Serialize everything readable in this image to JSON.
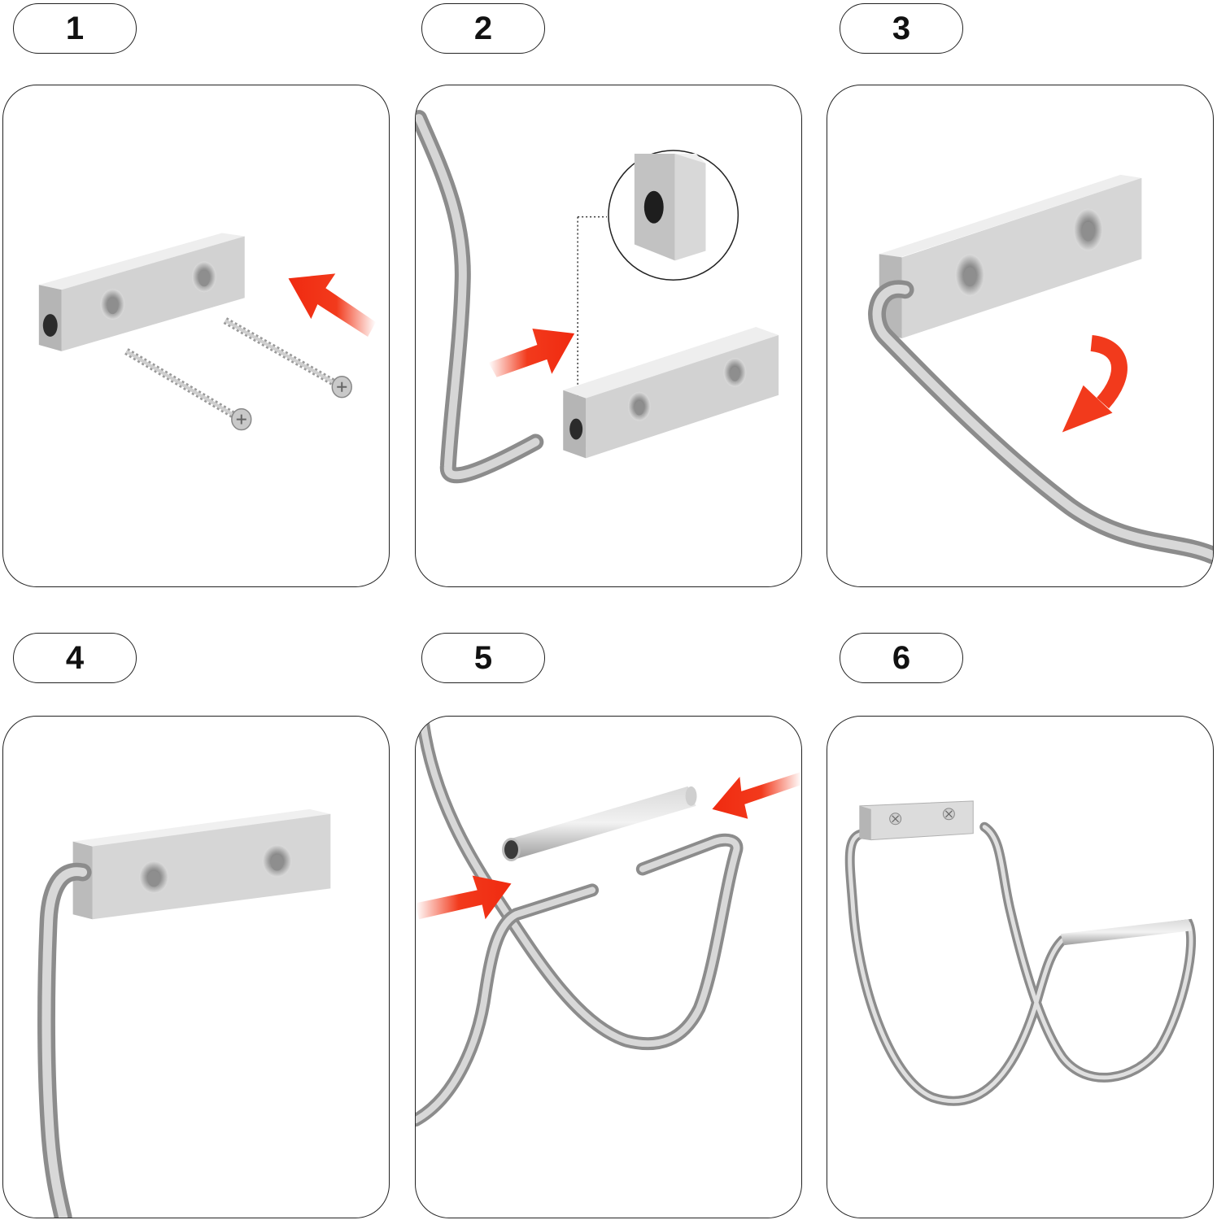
{
  "steps": [
    {
      "number": "1"
    },
    {
      "number": "2"
    },
    {
      "number": "3"
    },
    {
      "number": "4"
    },
    {
      "number": "5"
    },
    {
      "number": "6"
    }
  ],
  "colors": {
    "arrow": "#f23a1c",
    "metal_top": "#e4e4e4",
    "metal_front": "#c7c7c7",
    "metal_side": "#a9a9a9",
    "wire": "#b9b9b9",
    "outline": "#222222"
  },
  "icons": [
    "mounting-block",
    "screw",
    "hook-wire",
    "connector-tube",
    "direction-arrow",
    "magnifier-callout"
  ]
}
